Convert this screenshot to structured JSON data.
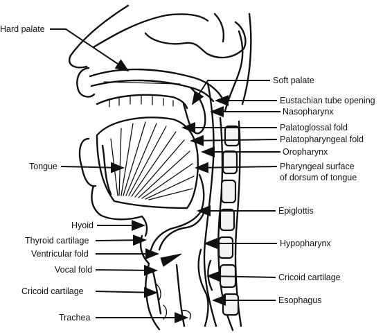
{
  "labels_left": {
    "hard_palate": "Hard palate",
    "tongue": "Tongue",
    "hyoid": "Hyoid",
    "thyroid_cartilage": "Thyroid cartilage",
    "ventricular_fold": "Ventricular fold",
    "vocal_fold": "Vocal fold",
    "cricoid_cartilage": "Cricoid cartilage",
    "trachea": "Trachea"
  },
  "labels_right": {
    "soft_palate": "Soft palate",
    "eustachian_tube_opening": "Eustachian tube opening",
    "nasopharynx": "Nasopharynx",
    "palatoglossal_fold": "Palatoglossal fold",
    "palatopharyngeal_fold": "Palatopharyngeal fold",
    "oropharynx": "Oropharynx",
    "pharyngeal_surface_line1": "Pharyngeal surface",
    "pharyngeal_surface_line2": "of dorsum of tongue",
    "epiglottis": "Epiglottis",
    "hypopharynx": "Hypopharynx",
    "cricoid_cartilage": "Cricoid cartilage",
    "esophagus": "Esophagus"
  }
}
